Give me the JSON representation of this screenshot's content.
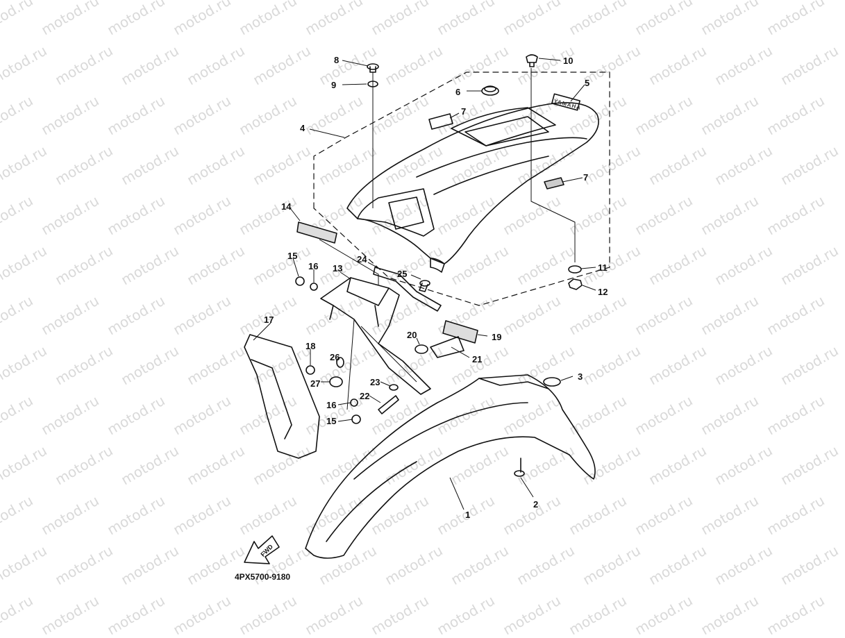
{
  "watermark": "motod.ru",
  "diagram_code": "4PX5700-9180",
  "fwd_label": "FWD",
  "brand_badge": "YAMAHA",
  "callouts": [
    "1",
    "2",
    "3",
    "4",
    "5",
    "6",
    "7",
    "7",
    "8",
    "9",
    "10",
    "11",
    "12",
    "13",
    "14",
    "15",
    "15",
    "16",
    "16",
    "17",
    "18",
    "19",
    "20",
    "21",
    "22",
    "23",
    "24",
    "25",
    "26",
    "27"
  ]
}
